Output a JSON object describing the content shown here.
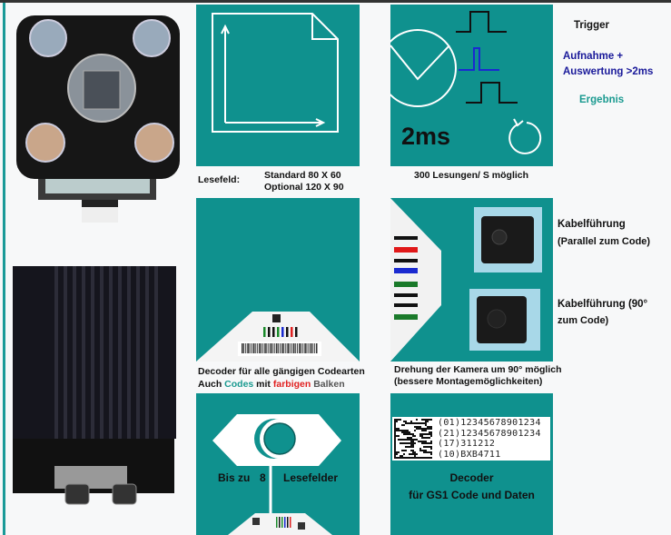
{
  "colors": {
    "teal": "#0f918e",
    "blue": "#1a1a9a",
    "red": "#e02020",
    "green": "#1a9a50"
  },
  "panels": {
    "lesefeld": {
      "label": "Lesefeld:",
      "line1": "Standard 80 X 60",
      "line2": "Optional 120 X 90"
    },
    "speed": {
      "value": "2ms",
      "caption": "300 Lesungen/ S möglich"
    },
    "decoder": {
      "line1": "Decoder für alle gängigen Codearten",
      "line2_a": "Auch ",
      "line2_b": "Codes",
      "line2_c": " mit ",
      "line2_d": "farbigen",
      "line2_e": " Balken"
    },
    "rotation": {
      "line1": "Drehung der Kamera um 90° möglich",
      "line2": "(bessere Montagemöglichkeiten)"
    },
    "fields": {
      "a": "Bis zu",
      "n": "8",
      "b": "Lesefelder"
    },
    "gs1": {
      "codes": [
        "(01)12345678901234",
        "(21)12345678901234",
        "(17)311212",
        "(10)BXB4711"
      ],
      "line1": "Decoder",
      "line2": "für GS1 Code und Daten"
    }
  },
  "side": {
    "trigger": "Trigger",
    "aufnahme1": "Aufnahme +",
    "aufnahme2": "Auswertung >2ms",
    "ergebnis": "Ergebnis",
    "kabel1a": "Kabelführung",
    "kabel1b": "(Parallel zum Code)",
    "kabel2a": "Kabelführung (90°",
    "kabel2b": "zum Code)"
  }
}
